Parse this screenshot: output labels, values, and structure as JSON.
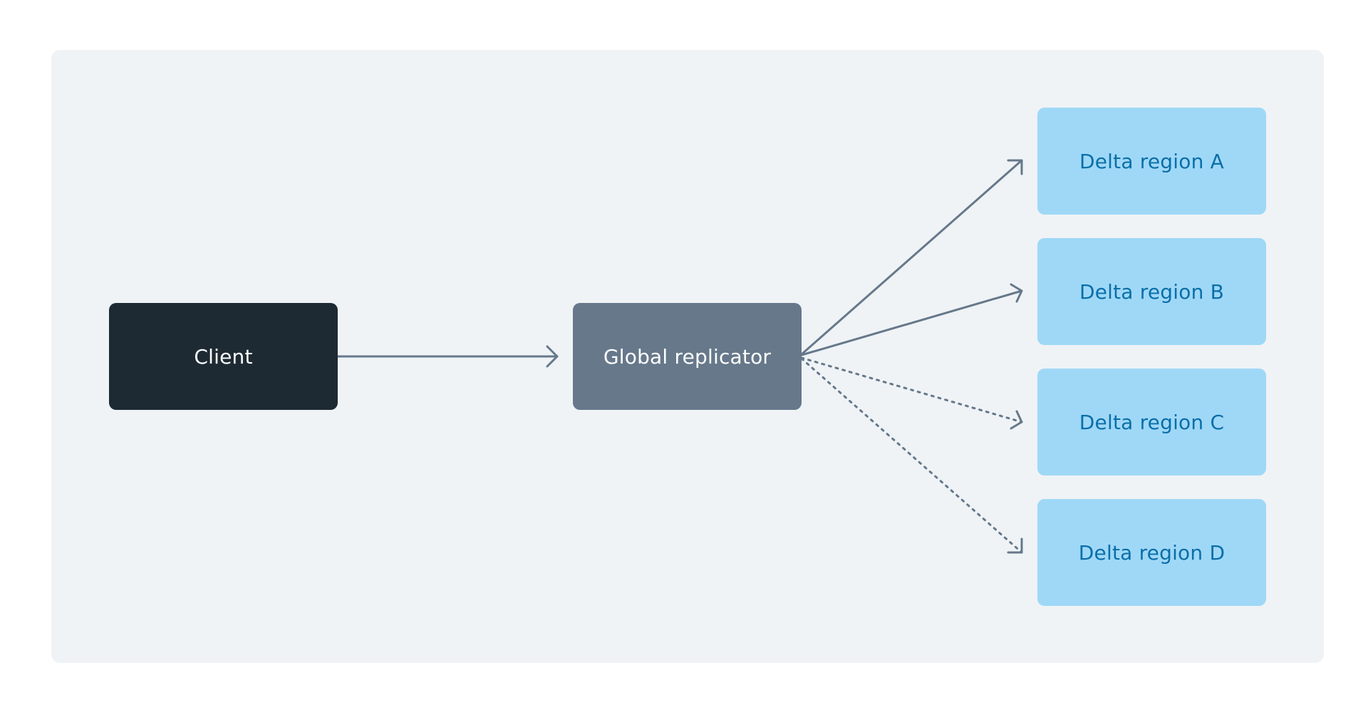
{
  "diagram": {
    "client_label": "Client",
    "replicator_label": "Global replicator",
    "regions": [
      {
        "label": "Delta region A",
        "connection": "solid"
      },
      {
        "label": "Delta region B",
        "connection": "solid"
      },
      {
        "label": "Delta region C",
        "connection": "dotted"
      },
      {
        "label": "Delta region D",
        "connection": "dotted"
      }
    ]
  },
  "colors": {
    "panel": "#eff3f6",
    "client_box": "#1e2a33",
    "replicator_box": "#66788a",
    "region_box": "#9fd8f7",
    "region_text": "#0a6fa8",
    "arrow": "#66788a"
  }
}
